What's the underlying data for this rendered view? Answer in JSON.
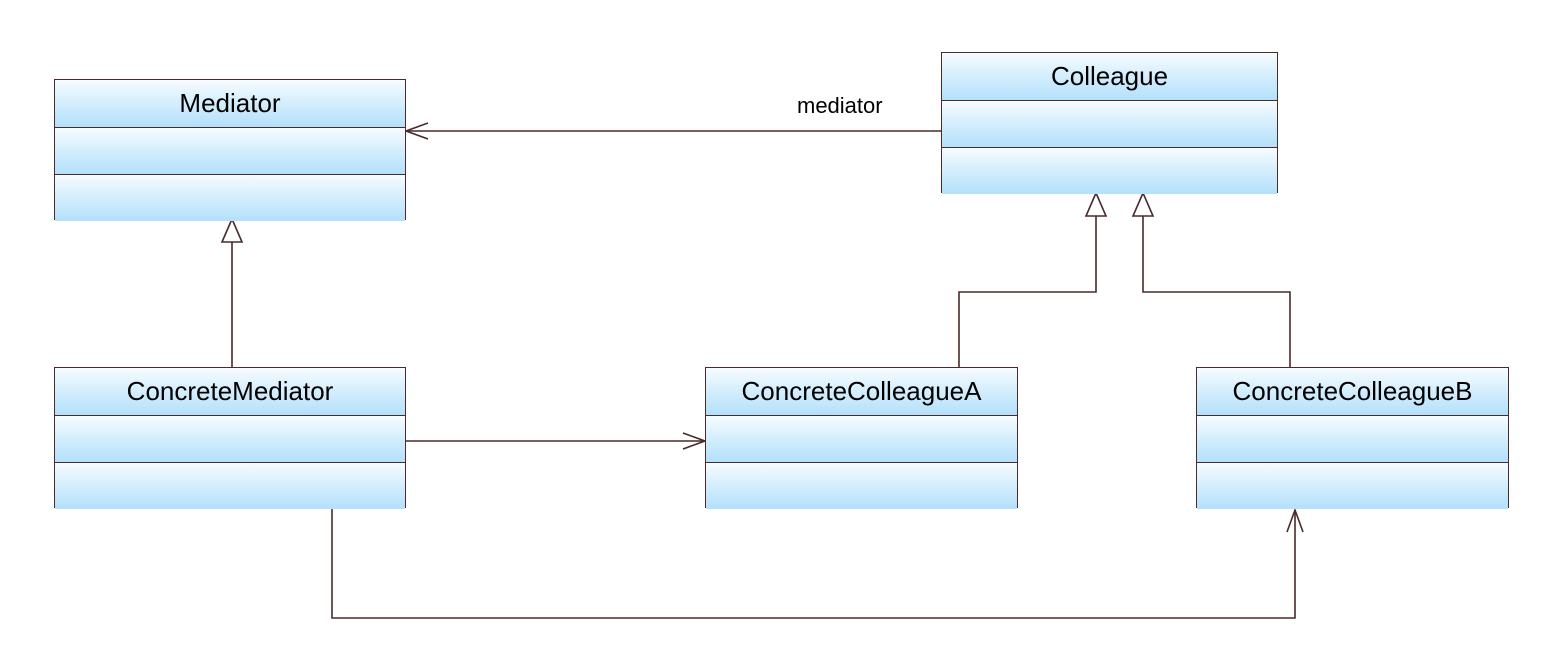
{
  "classes": {
    "mediator": {
      "name": "Mediator"
    },
    "colleague": {
      "name": "Colleague"
    },
    "concrete_mediator": {
      "name": "ConcreteMediator"
    },
    "concrete_colleague_a": {
      "name": "ConcreteColleagueA"
    },
    "concrete_colleague_b": {
      "name": "ConcreteColleagueB"
    }
  },
  "associations": {
    "colleague_to_mediator": {
      "role_label": "mediator"
    }
  },
  "colors": {
    "line": "#4a2a2a",
    "class_fill_top": "#ffffff",
    "class_fill_bottom": "#b6e2fb"
  }
}
